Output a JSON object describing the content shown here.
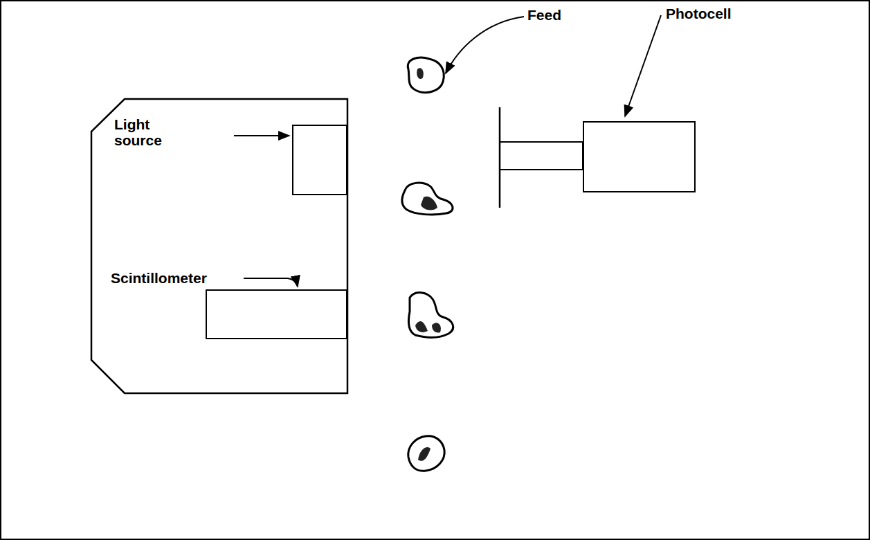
{
  "diagram": {
    "nodes": [
      {
        "text": [
          "Light source"
        ]
      },
      {
        "text": [
          "Scintillometer"
        ]
      },
      {
        "text": [
          "Photocell"
        ]
      }
    ],
    "labels": [
      "Feed"
    ]
  }
}
